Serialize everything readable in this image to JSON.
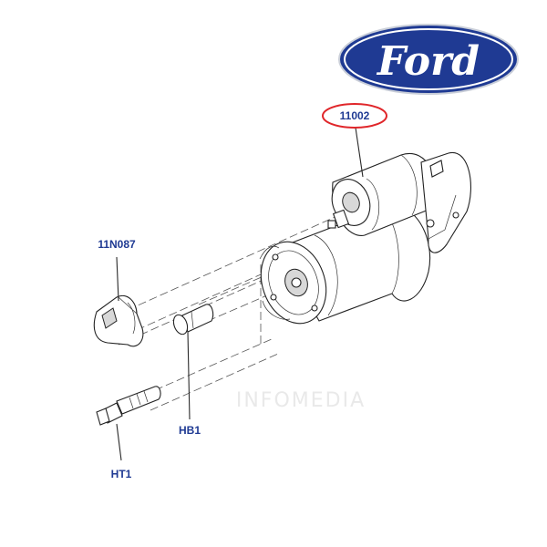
{
  "brand": {
    "logo_text": "Ford",
    "colors": {
      "logo_blue": "#1f3a93",
      "callout_blue": "#1f3a93",
      "highlight_red": "#e0262a"
    }
  },
  "watermark": "INFOMEDIA",
  "parts": [
    {
      "id": "starter-motor",
      "callout": "11002",
      "highlighted": true
    },
    {
      "id": "solenoid-connector",
      "callout": "11N087",
      "highlighted": false
    },
    {
      "id": "bolt-short",
      "callout": "HB1",
      "highlighted": false
    },
    {
      "id": "stud-bolt",
      "callout": "HT1",
      "highlighted": false
    }
  ]
}
